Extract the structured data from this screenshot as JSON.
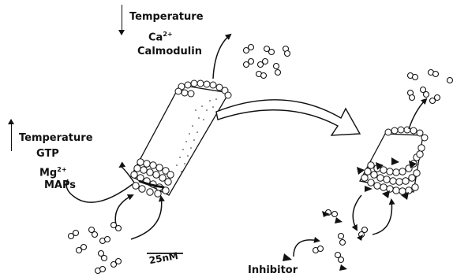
{
  "depolymerization_conditions": {
    "direction": "down",
    "line1": "Temperature",
    "line2_base": "Ca",
    "line2_sup": "2+",
    "line3": "Calmodulin"
  },
  "polymerization_conditions": {
    "direction": "up",
    "line1": "Temperature",
    "line2": "GTP",
    "line3_base": "Mg",
    "line3_sup": "2+",
    "line4": "MAPs"
  },
  "scale_bar_label": "25nM",
  "inhibitor_label": "Inhibitor",
  "colors": {
    "ink": "#111111",
    "background": "#ffffff"
  },
  "icons": [
    "tubulin-dimer-icon",
    "inhibitor-wedge-icon",
    "transition-arrow-icon"
  ]
}
